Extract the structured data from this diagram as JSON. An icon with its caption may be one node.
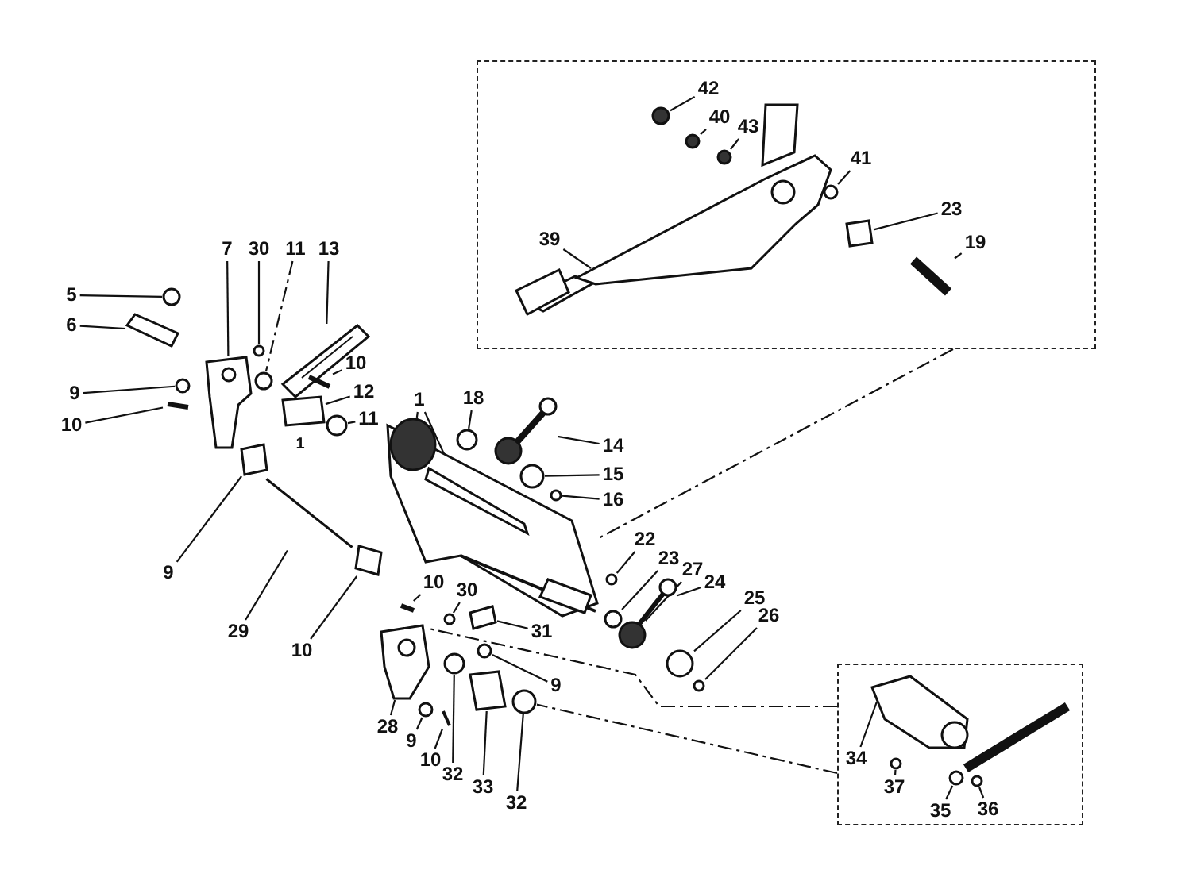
{
  "diagram": {
    "nodes": [
      {
        "text": [],
        "shape": "box"
      },
      {
        "text": [],
        "shape": "box"
      },
      {
        "text": [
          "42"
        ],
        "in": 0
      },
      {
        "text": [
          "40"
        ],
        "in": 0
      },
      {
        "text": [
          "43"
        ],
        "in": 0
      },
      {
        "text": [
          "41"
        ],
        "in": 0
      },
      {
        "text": [
          "39"
        ],
        "in": 0
      },
      {
        "text": [
          "23"
        ],
        "in": 0
      },
      {
        "text": [
          "19"
        ],
        "in": 0
      },
      {
        "text": [
          "7"
        ]
      },
      {
        "text": [
          "30"
        ]
      },
      {
        "text": [
          "11"
        ]
      },
      {
        "text": [
          "13"
        ]
      },
      {
        "text": [
          "5"
        ]
      },
      {
        "text": [
          "6"
        ]
      },
      {
        "text": [
          "9"
        ]
      },
      {
        "text": [
          "10"
        ]
      },
      {
        "text": [
          "10"
        ]
      },
      {
        "text": [
          "12"
        ]
      },
      {
        "text": [
          "11"
        ]
      },
      {
        "text": [
          "1"
        ]
      },
      {
        "text": [
          "18"
        ]
      },
      {
        "text": [
          "14"
        ]
      },
      {
        "text": [
          "15"
        ]
      },
      {
        "text": [
          "16"
        ]
      },
      {
        "text": [
          "9"
        ]
      },
      {
        "text": [
          "29"
        ]
      },
      {
        "text": [
          "10"
        ]
      },
      {
        "text": [
          "22"
        ]
      },
      {
        "text": [
          "23"
        ]
      },
      {
        "text": [
          "27"
        ]
      },
      {
        "text": [
          "24"
        ]
      },
      {
        "text": [
          "25"
        ]
      },
      {
        "text": [
          "26"
        ]
      },
      {
        "text": [
          "10"
        ]
      },
      {
        "text": [
          "30"
        ]
      },
      {
        "text": [
          "31"
        ]
      },
      {
        "text": [
          "9"
        ]
      },
      {
        "text": [
          "28"
        ]
      },
      {
        "text": [
          "9"
        ]
      },
      {
        "text": [
          "10"
        ]
      },
      {
        "text": [
          "32"
        ]
      },
      {
        "text": [
          "33"
        ]
      },
      {
        "text": [
          "32"
        ]
      },
      {
        "text": [
          "34"
        ],
        "in": 1
      },
      {
        "text": [
          "37"
        ],
        "in": 1
      },
      {
        "text": [
          "35"
        ],
        "in": 1
      },
      {
        "text": [
          "36"
        ],
        "in": 1
      },
      {
        "text": [],
        "shape": "circle",
        "in": 0
      },
      {
        "text": [],
        "shape": "circle",
        "in": 0
      },
      {
        "text": [],
        "shape": "circle",
        "in": 0
      },
      {
        "text": [],
        "shape": "picture",
        "in": 0
      },
      {
        "text": [],
        "shape": "circle",
        "in": 0
      },
      {
        "text": [],
        "shape": "box",
        "in": 0
      },
      {
        "text": [],
        "shape": "bar",
        "in": 0
      },
      {
        "text": [],
        "shape": "picture"
      },
      {
        "text": [],
        "shape": "circle"
      },
      {
        "text": [],
        "shape": "circle"
      },
      {
        "text": [],
        "shape": "picture"
      },
      {
        "text": [],
        "shape": "circle"
      },
      {
        "text": [],
        "shape": "bar"
      },
      {
        "text": [],
        "shape": "circle"
      },
      {
        "text": [],
        "shape": "bar"
      },
      {
        "text": [],
        "shape": "bar"
      },
      {
        "text": [],
        "shape": "box"
      },
      {
        "text": [],
        "shape": "circle"
      },
      {
        "text": [],
        "shape": "picture"
      },
      {
        "text": [],
        "shape": "circle"
      },
      {
        "text": [],
        "shape": "picture"
      },
      {
        "text": [],
        "shape": "circle"
      },
      {
        "text": [],
        "shape": "circle"
      },
      {
        "text": [],
        "shape": "box"
      },
      {
        "text": [],
        "shape": "bar"
      },
      {
        "text": [],
        "shape": "box"
      },
      {
        "text": [],
        "shape": "circle"
      },
      {
        "text": [],
        "shape": "circle"
      },
      {
        "text": [],
        "shape": "circle"
      },
      {
        "text": [],
        "shape": "picture"
      },
      {
        "text": [],
        "shape": "circle"
      },
      {
        "text": [],
        "shape": "circle"
      },
      {
        "text": [],
        "shape": "bar"
      },
      {
        "text": [],
        "shape": "circle"
      },
      {
        "text": [],
        "shape": "box"
      },
      {
        "text": [],
        "shape": "circle"
      },
      {
        "text": [],
        "shape": "picture"
      },
      {
        "text": [],
        "shape": "circle"
      },
      {
        "text": [],
        "shape": "bar"
      },
      {
        "text": [],
        "shape": "circle"
      },
      {
        "text": [],
        "shape": "box"
      },
      {
        "text": [],
        "shape": "circle"
      },
      {
        "text": [],
        "shape": "picture",
        "in": 1
      },
      {
        "text": [],
        "shape": "circle",
        "in": 1
      },
      {
        "text": [],
        "shape": "circle",
        "in": 1
      },
      {
        "text": [],
        "shape": "circle",
        "in": 1
      },
      {
        "text": [],
        "shape": "circle"
      }
    ],
    "edges": [
      {
        "from": 0,
        "to": 66,
        "arrow": "none",
        "style": "dashed"
      },
      {
        "from": 1,
        "to": 84,
        "arrow": "none",
        "style": "dashed"
      },
      {
        "from": 1,
        "to": 89,
        "arrow": "none",
        "style": "dashed"
      },
      {
        "from": 2,
        "to": 48,
        "arrow": "none"
      },
      {
        "from": 3,
        "to": 49,
        "arrow": "none"
      },
      {
        "from": 4,
        "to": 50,
        "arrow": "none"
      },
      {
        "from": 5,
        "to": 52,
        "arrow": "none"
      },
      {
        "from": 6,
        "to": 51,
        "arrow": "none"
      },
      {
        "from": 7,
        "to": 53,
        "arrow": "none"
      },
      {
        "from": 8,
        "to": 54,
        "arrow": "none"
      },
      {
        "from": 9,
        "to": 55,
        "arrow": "none"
      },
      {
        "from": 10,
        "to": 56,
        "arrow": "none"
      },
      {
        "from": 11,
        "to": 57,
        "arrow": "none",
        "style": "dashed"
      },
      {
        "from": 12,
        "to": 58,
        "arrow": "none"
      },
      {
        "from": 13,
        "to": 59,
        "arrow": "none"
      },
      {
        "from": 14,
        "to": 60,
        "arrow": "none"
      },
      {
        "from": 15,
        "to": 61,
        "arrow": "none"
      },
      {
        "from": 16,
        "to": 62,
        "arrow": "none"
      },
      {
        "from": 17,
        "to": 63,
        "arrow": "none"
      },
      {
        "from": 18,
        "to": 64,
        "arrow": "none"
      },
      {
        "from": 19,
        "to": 65,
        "arrow": "none"
      },
      {
        "from": 20,
        "to": 94,
        "arrow": "none"
      },
      {
        "from": 21,
        "to": 67,
        "arrow": "none"
      },
      {
        "from": 22,
        "to": 68,
        "arrow": "none"
      },
      {
        "from": 23,
        "to": 69,
        "arrow": "none"
      },
      {
        "from": 24,
        "to": 70,
        "arrow": "none"
      },
      {
        "from": 25,
        "to": 71,
        "arrow": "none"
      },
      {
        "from": 26,
        "to": 72,
        "arrow": "none"
      },
      {
        "from": 27,
        "to": 73,
        "arrow": "none"
      },
      {
        "from": 28,
        "to": 74,
        "arrow": "none"
      },
      {
        "from": 29,
        "to": 75,
        "arrow": "none"
      },
      {
        "from": 30,
        "to": 76,
        "arrow": "none"
      },
      {
        "from": 31,
        "to": 77,
        "arrow": "none"
      },
      {
        "from": 32,
        "to": 78,
        "arrow": "none"
      },
      {
        "from": 33,
        "to": 79,
        "arrow": "none"
      },
      {
        "from": 34,
        "to": 80,
        "arrow": "none"
      },
      {
        "from": 35,
        "to": 81,
        "arrow": "none"
      },
      {
        "from": 36,
        "to": 82,
        "arrow": "none"
      },
      {
        "from": 37,
        "to": 83,
        "arrow": "none"
      },
      {
        "from": 38,
        "to": 84,
        "arrow": "none"
      },
      {
        "from": 39,
        "to": 85,
        "arrow": "none"
      },
      {
        "from": 40,
        "to": 86,
        "arrow": "none"
      },
      {
        "from": 41,
        "to": 87,
        "arrow": "none"
      },
      {
        "from": 42,
        "to": 88,
        "arrow": "none"
      },
      {
        "from": 43,
        "to": 89,
        "arrow": "none"
      },
      {
        "from": 44,
        "to": 90,
        "arrow": "none"
      },
      {
        "from": 45,
        "to": 91,
        "arrow": "none"
      },
      {
        "from": 46,
        "to": 92,
        "arrow": "none"
      },
      {
        "from": 47,
        "to": 93,
        "arrow": "none"
      },
      {
        "from": 20,
        "to": 66,
        "arrow": "none"
      }
    ],
    "labels": [
      "1"
    ]
  }
}
